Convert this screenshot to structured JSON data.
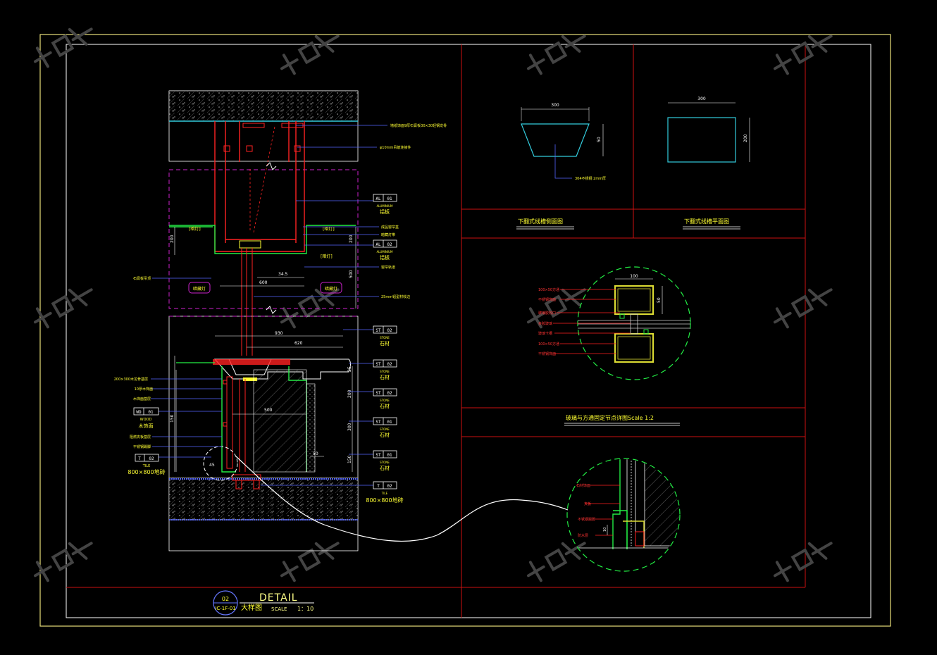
{
  "colors": {
    "background": "#000000",
    "frame_outer": "#e8e07a",
    "frame_inner": "#ffffff",
    "divider": "#cc1111",
    "structure": "#ff2222",
    "dim": "#ffffff",
    "label": "#ffff33",
    "leader": "#5566ff",
    "cyan": "#33ccdd",
    "green": "#22ee44",
    "magenta": "#cc22cc",
    "yellow_green": "#dddd33"
  },
  "watermark": {
    "text": "知末",
    "icon": "zhimo-watermark-logo"
  },
  "title_block": {
    "bubble_top": "02",
    "bubble_bottom": "IC-1F-01",
    "detail_title": "DETAIL",
    "subtitle": "大样图",
    "scale_label": "SCALE",
    "scale_value": "1：10"
  },
  "main_detail": {
    "dims": {
      "ceil_h": "200",
      "ceil_h_right": "200",
      "d_345": "34.5",
      "d_600": "600",
      "d_500": "500",
      "d_930": "930",
      "d_620": "620",
      "d_500b": "500",
      "d_150": "150",
      "d_45": "45",
      "d_200": "200",
      "d_300": "300",
      "d_150r": "150",
      "d_50": "50",
      "d_25": "25"
    },
    "top_callouts": [
      "墙纸饰面9厚石膏板30×30轻钢龙骨",
      "φ10mm吊筋连接件"
    ],
    "inline_labels": {
      "inline_1": "[暗灯]",
      "inline_2": "[暗灯]",
      "inline_3": "[暗灯]",
      "light_tag_1": "暗藏灯",
      "light_tag_2": "暗藏灯"
    },
    "left_callouts": {
      "c1": "石膏板吊顶",
      "c2": "200×300木龙骨基层",
      "c3": "10厚木饰面",
      "c4": "木饰面基层",
      "c5": "阻燃夹板基层",
      "c6": "不锈钢踢脚"
    },
    "wood_tag": {
      "code": "WD",
      "num": "01",
      "en": "WOOD",
      "cn": "木饰面"
    },
    "tile_left": {
      "code": "T",
      "num": "02",
      "en": "TILE",
      "cn": "800×800地砖"
    },
    "right_tags": [
      {
        "code": "AL",
        "num": "01",
        "en": "ALUMINIUM",
        "cn": "铝板"
      },
      {
        "code": "AL",
        "num": "02",
        "en": "ALUMINIUM",
        "cn": "铝板"
      },
      {
        "code": "ST",
        "num": "02",
        "en": "STONE",
        "cn": "石材"
      },
      {
        "code": "ST",
        "num": "02",
        "en": "STONE",
        "cn": "石材"
      },
      {
        "code": "ST",
        "num": "02",
        "en": "STONE",
        "cn": "石材"
      },
      {
        "code": "ST",
        "num": "01",
        "en": "STONE",
        "cn": "石材"
      },
      {
        "code": "ST",
        "num": "01",
        "en": "STONE",
        "cn": "石材"
      },
      {
        "code": "T",
        "num": "02",
        "en": "TILE",
        "cn": "800×800地砖"
      }
    ],
    "right_callouts": {
      "r1": "成品窗帘盒",
      "r2": "暗藏灯带",
      "r3": "窗帘轨道",
      "r4": "25mm铝型材收边"
    }
  },
  "top_right": {
    "trap": {
      "w": "300",
      "h": "50",
      "note": "304不锈钢 2mm厚"
    },
    "rect": {
      "w": "300",
      "h": "200"
    },
    "title_left": "下翻式线槽侧面图",
    "title_right": "下翻式线槽平面图"
  },
  "middle_right": {
    "dim_top": "100",
    "dim_side": "50",
    "callouts": [
      "100×50方通",
      "不锈钢饰面",
      "玻璃胶收口",
      "夹胶玻璃",
      "玻璃卡槽",
      "100×50方通",
      "不锈钢饰面"
    ],
    "title": "玻璃与方通固定节点详图Scale  1:2"
  },
  "bottom_right": {
    "callouts": [
      "石材饰面",
      "夹板",
      "不锈钢踢脚",
      "防水层"
    ],
    "dim": "10"
  }
}
